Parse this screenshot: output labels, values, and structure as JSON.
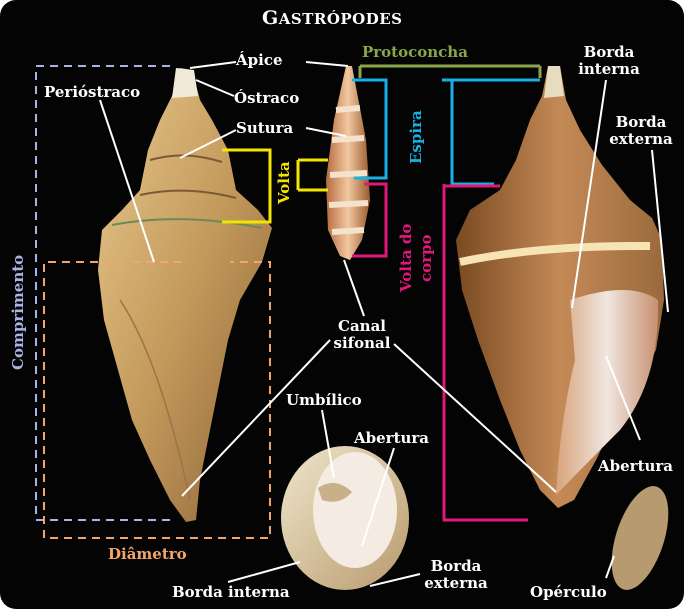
{
  "title": {
    "first_letter": "G",
    "rest": "ASTRÓPODES"
  },
  "labels": {
    "apice": "Ápice",
    "periostraco": "Perióstraco",
    "ostraco": "Óstraco",
    "sutura": "Sutura",
    "volta": "Volta",
    "protoconcha": "Protoconcha",
    "espira": "Espira",
    "volta_do": "Volta do",
    "corpo": "corpo",
    "comprimento": "Comprimento",
    "diametro": "Diâmetro",
    "canal": "Canal",
    "sifonal": "sifonal",
    "umbilico": "Umbílico",
    "abertura_small": "Abertura",
    "abertura_large": "Abertura",
    "borda_interna_top_1": "Borda",
    "borda_interna_top_2": "interna",
    "borda_externa_top_1": "Borda",
    "borda_externa_top_2": "externa",
    "borda_interna_bottom": "Borda interna",
    "borda_externa_bottom_1": "Borda",
    "borda_externa_bottom_2": "externa",
    "operculo": "Opérculo"
  },
  "colors": {
    "background": "#040404",
    "label": "#ffffff",
    "volta": "#f2e600",
    "protoconcha": "#8aa64a",
    "espira": "#1ab0e6",
    "volta_do_corpo": "#e0187a",
    "comprimento": "#a8b4e6",
    "diametro": "#f4a66a"
  }
}
